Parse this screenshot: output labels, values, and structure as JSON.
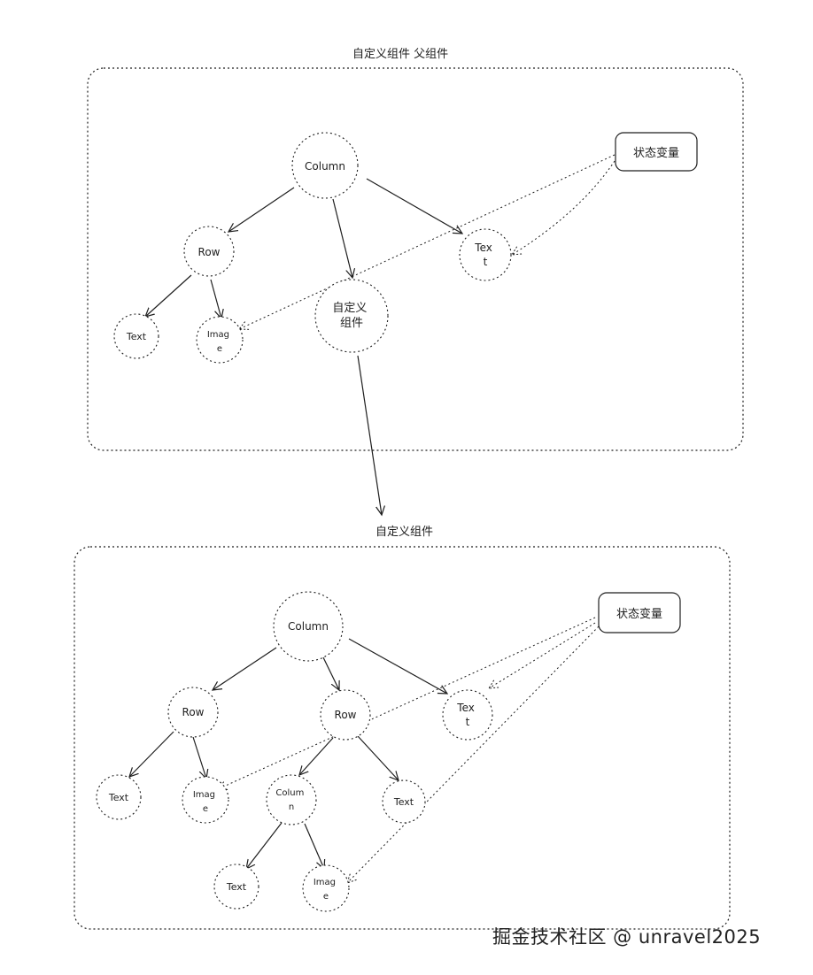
{
  "panels": [
    {
      "title": "自定义组件  父组件",
      "nodes": [
        {
          "id": "column",
          "lines": [
            "Column"
          ]
        },
        {
          "id": "row",
          "lines": [
            "Row"
          ]
        },
        {
          "id": "custom",
          "lines": [
            "自定义",
            "组件"
          ]
        },
        {
          "id": "text-right",
          "lines": [
            "Tex",
            "t"
          ]
        },
        {
          "id": "text-left",
          "lines": [
            "Text"
          ]
        },
        {
          "id": "image",
          "lines": [
            "Imag",
            "e"
          ]
        },
        {
          "id": "state",
          "lines": [
            "状态变量"
          ]
        }
      ]
    },
    {
      "title": "自定义组件",
      "nodes": [
        {
          "id": "column",
          "lines": [
            "Column"
          ]
        },
        {
          "id": "row-left",
          "lines": [
            "Row"
          ]
        },
        {
          "id": "row-mid",
          "lines": [
            "Row"
          ]
        },
        {
          "id": "text-right",
          "lines": [
            "Tex",
            "t"
          ]
        },
        {
          "id": "text-left",
          "lines": [
            "Text"
          ]
        },
        {
          "id": "image-left",
          "lines": [
            "Imag",
            "e"
          ]
        },
        {
          "id": "column-inner",
          "lines": [
            "Colum",
            "n"
          ]
        },
        {
          "id": "text-mid",
          "lines": [
            "Text"
          ]
        },
        {
          "id": "text-bottom",
          "lines": [
            "Text"
          ]
        },
        {
          "id": "image-bottom",
          "lines": [
            "Imag",
            "e"
          ]
        },
        {
          "id": "state",
          "lines": [
            "状态变量"
          ]
        }
      ]
    }
  ],
  "watermark": "掘金技术社区 @ unravel2025"
}
